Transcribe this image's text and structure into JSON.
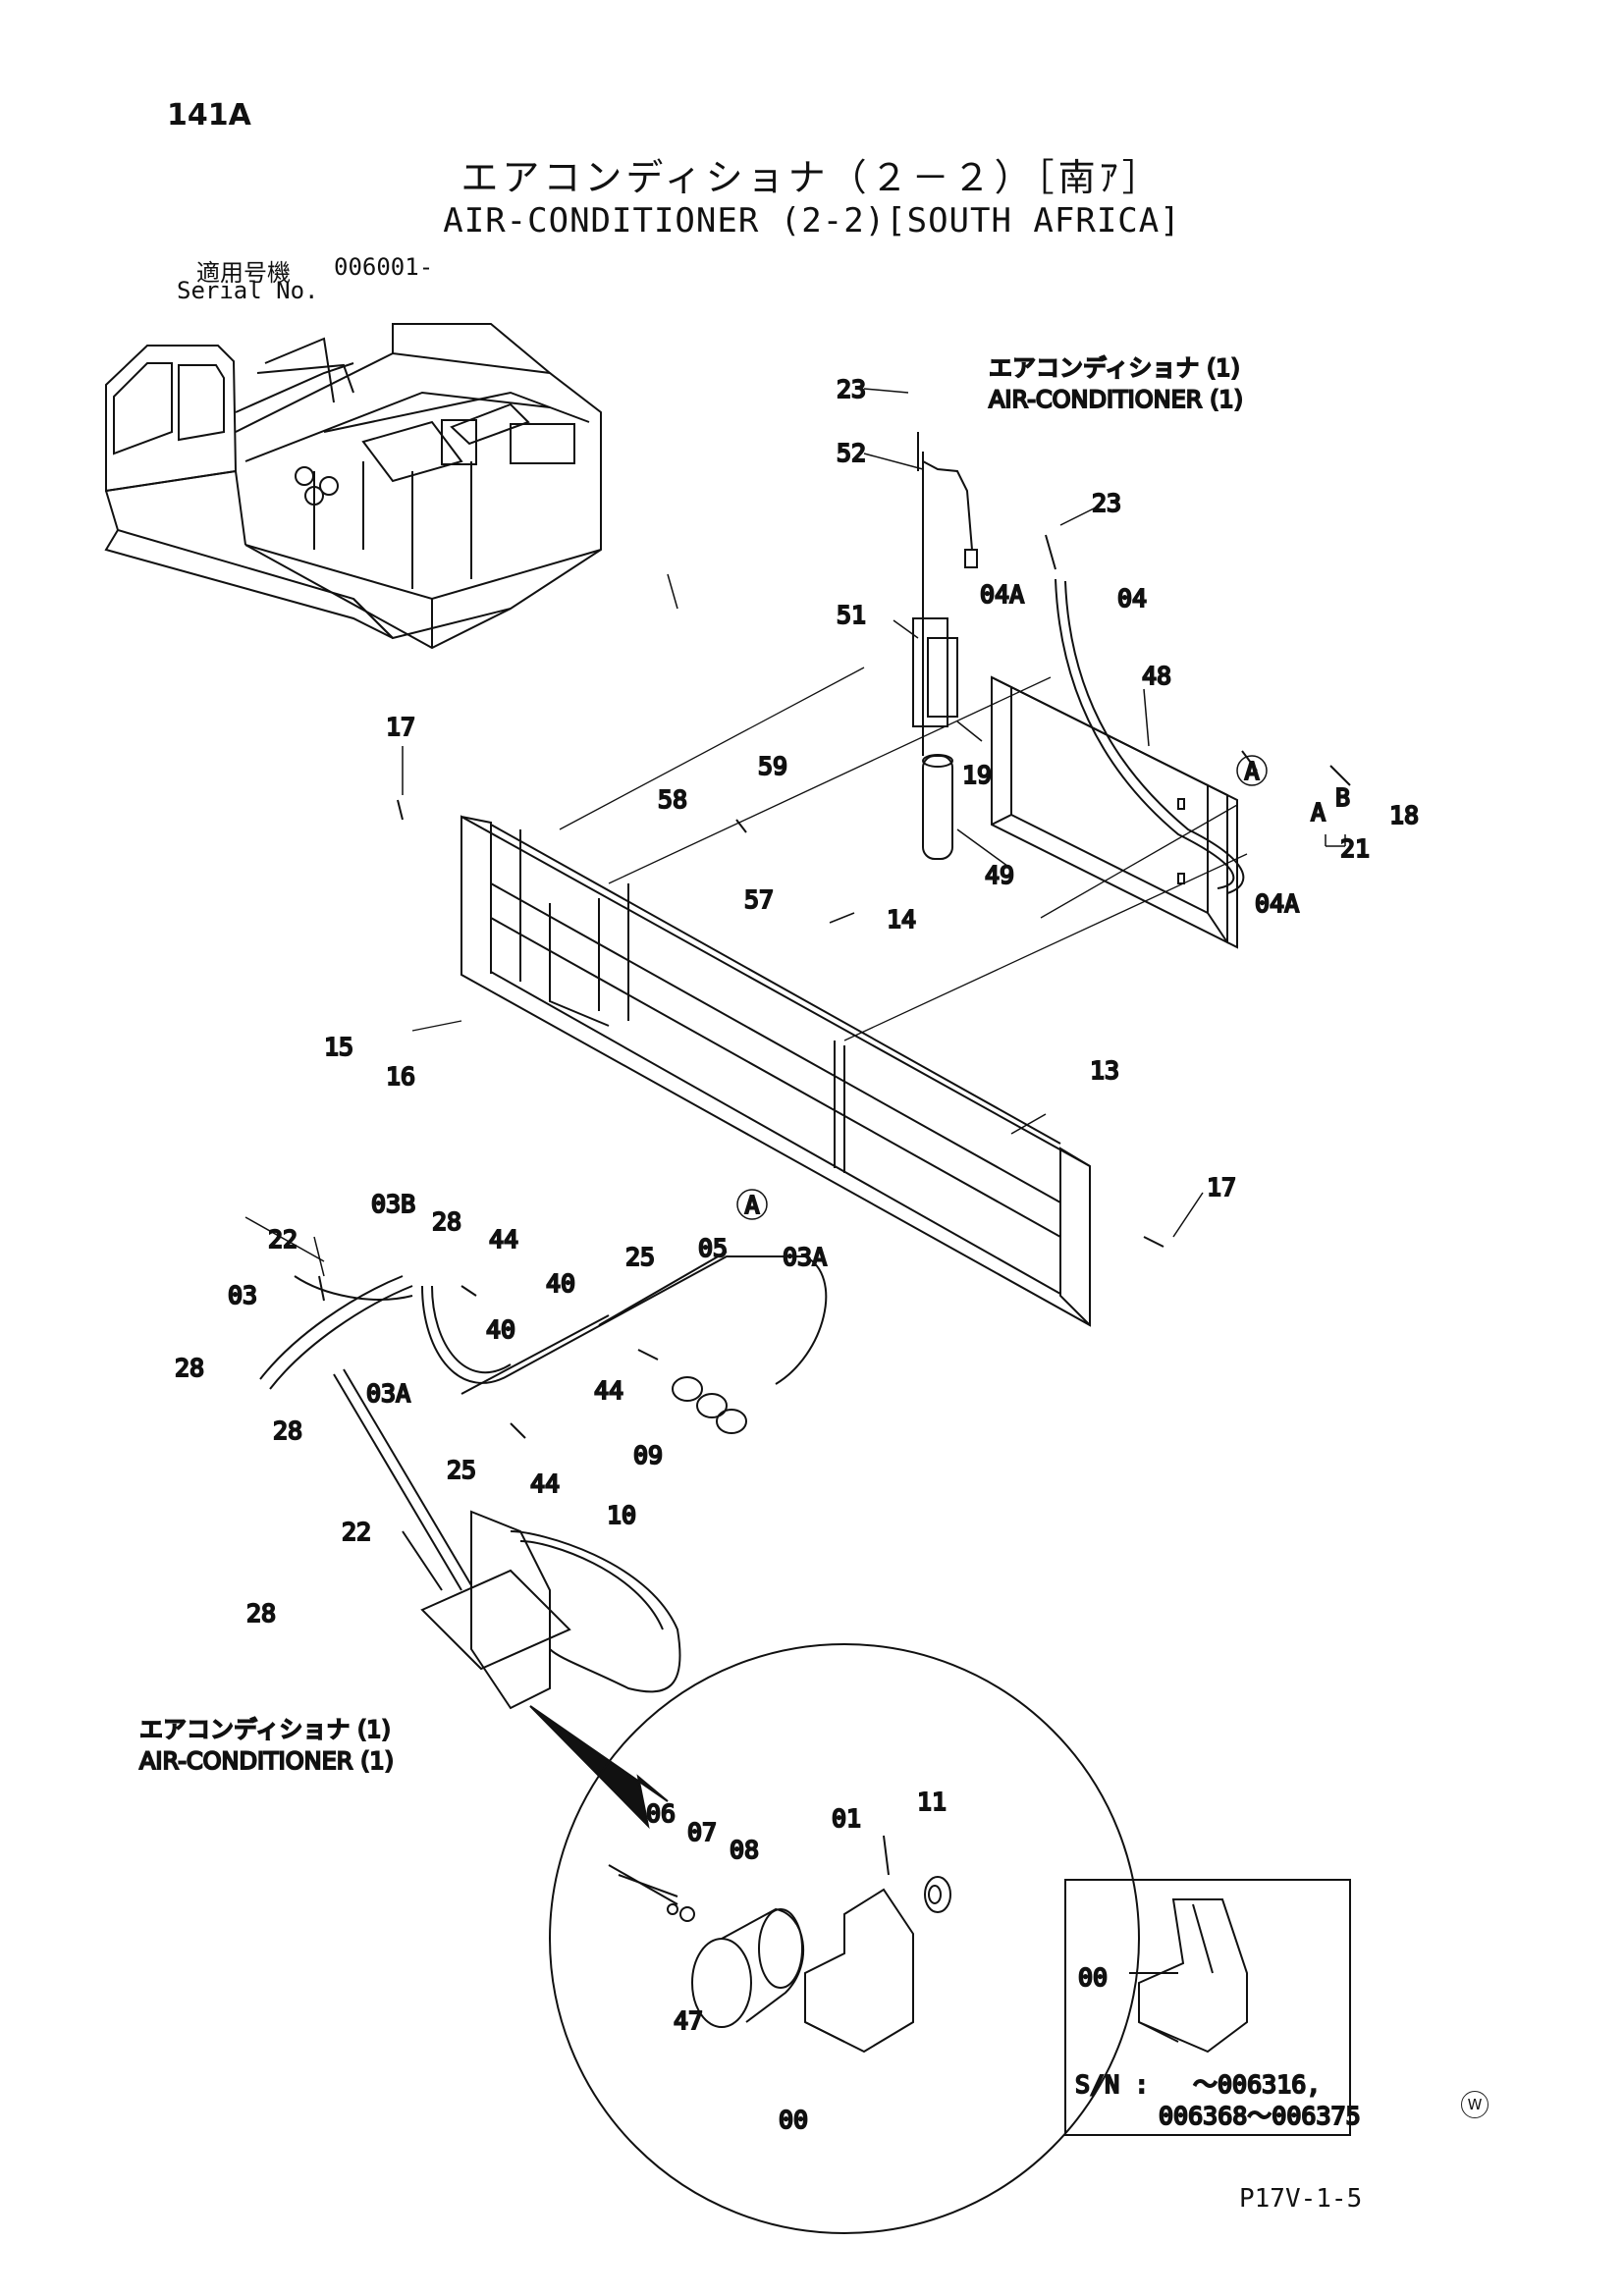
{
  "page_id": "141A",
  "title_jp": "エアコンディショナ（２－２）［南ｱ］",
  "title_en": "AIR-CONDITIONER (2-2)[SOUTH AFRICA]",
  "serial": {
    "label_jp": "適用号機",
    "value": "006001-",
    "label_en": "Serial No."
  },
  "notes": {
    "ac_top_jp": "エアコンディショナ (1)",
    "ac_top_en": "AIR-CONDITIONER (1)",
    "ac_left_jp": "エアコンディショナ (1)",
    "ac_left_en": "AIR-CONDITIONER (1)"
  },
  "detail_refs": {
    "a_upper": "A",
    "a_lower": "A",
    "sub_a": "A",
    "sub_b": "B"
  },
  "part_labels": {
    "p23a": "23",
    "p52": "52",
    "p23b": "23",
    "p04a_top": "04A",
    "p04": "04",
    "p51": "51",
    "p48": "48",
    "p19": "19",
    "p49": "49",
    "p17a": "17",
    "p59": "59",
    "p58": "58",
    "p57": "57",
    "p14": "14",
    "p18": "18",
    "p21": "21",
    "p04a_right": "04A",
    "p15": "15",
    "p16": "16",
    "p13": "13",
    "p17b": "17",
    "p03b": "03B",
    "p28a": "28",
    "p44a": "44",
    "p22a": "22",
    "p03": "03",
    "p40a": "40",
    "p25a": "25",
    "p05": "05",
    "p03a_right": "03A",
    "p40b": "40",
    "p28b": "28",
    "p03a_left": "03A",
    "p44b": "44",
    "p28c": "28",
    "p25b": "25",
    "p44c": "44",
    "p09": "09",
    "p10": "10",
    "p22b": "22",
    "p28d": "28",
    "p06": "06",
    "p07": "07",
    "p08": "08",
    "p01": "01",
    "p11": "11",
    "p47": "47",
    "p00_circle": "00",
    "p00_box": "00"
  },
  "inset_box": {
    "sn_label": "S/N :",
    "sn_line1": "～006316,",
    "sn_line2": "006368～006375"
  },
  "footer": {
    "ref_code": "P17V-1-5",
    "watermark": "W"
  }
}
